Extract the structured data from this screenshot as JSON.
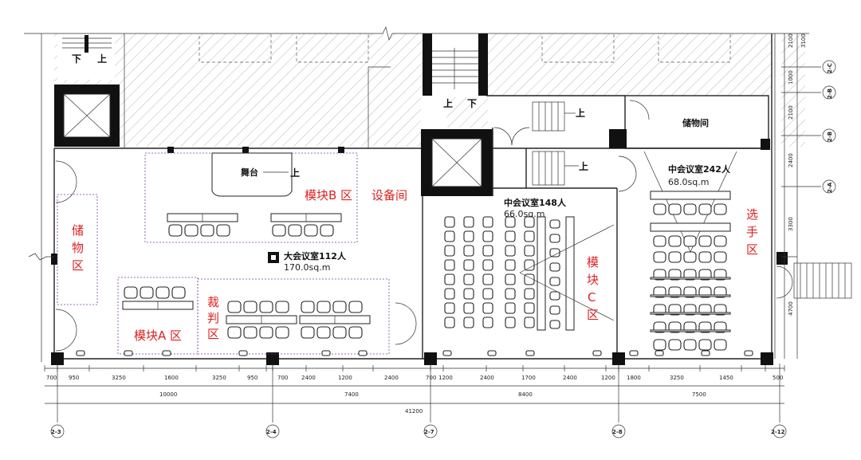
{
  "labels": {
    "stair_down_1": "下",
    "stair_up_1": "上",
    "stair_up_2": "上",
    "stair_down_2": "下",
    "stair_up_3": "上",
    "stair_up_4": "上",
    "stage_up": "上",
    "stage": "舞台",
    "module_b": "模块B 区",
    "equipment_room": "设备间",
    "storage_left_1": "储",
    "storage_left_2": "物",
    "storage_left_3": "区",
    "module_a": "模块A 区",
    "referee_1": "裁",
    "referee_2": "判",
    "referee_3": "区",
    "big_room_name": "大会议室112人",
    "big_room_area": "170.0sq.m",
    "mid_room_1_name": "中会议室148人",
    "mid_room_1_area": "66.0sq.m",
    "module_c_1": "模",
    "module_c_2": "块",
    "module_c_3": "C",
    "module_c_4": "区",
    "mid_room_2_name": "中会议室242人",
    "mid_room_2_area": "68.0sq.m",
    "storage_room": "储物间",
    "player_1": "选",
    "player_2": "手",
    "player_3": "区"
  },
  "dimensions": {
    "segments": [
      "700",
      "950",
      "3250",
      "1600",
      "3250",
      "950",
      "700",
      "2400",
      "1200",
      "2400",
      "700",
      "1200",
      "2400",
      "1700",
      "2400",
      "1200",
      "1800",
      "3250",
      "1450",
      "500"
    ],
    "groups": [
      "10000",
      "7400",
      "8400",
      "7500"
    ],
    "total": "41200",
    "right": [
      "2100",
      "3100",
      "1000",
      "2100",
      "2400",
      "3300",
      "4700"
    ]
  },
  "axes": {
    "bottom": [
      "2-3",
      "2-4",
      "2-7",
      "2-8",
      "2-12"
    ],
    "right": [
      "2-C",
      "2-B",
      "2-B",
      "2-A"
    ]
  }
}
